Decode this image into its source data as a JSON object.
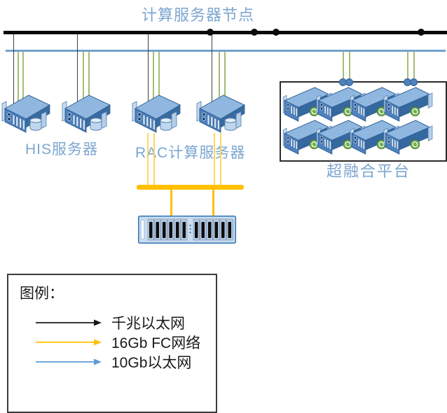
{
  "title": "计算服务器节点",
  "groups": {
    "his": {
      "label": "HIS服务器",
      "servers": 2
    },
    "rac": {
      "label": "RAC计算服务器",
      "servers": 2
    },
    "hci": {
      "label": "超融合平台",
      "servers": 8
    }
  },
  "storage": {
    "type": "disk-array",
    "count": 1
  },
  "legend": {
    "title": "图例：",
    "items": [
      {
        "id": "gigabit-ethernet",
        "label": "千兆以太网",
        "color": "#000000"
      },
      {
        "id": "fc-16gb",
        "label": "16Gb FC网络",
        "color": "#FFC000"
      },
      {
        "id": "ethernet-10gb",
        "label": "10Gb以太网",
        "color": "#5B9BD5"
      }
    ]
  },
  "colors": {
    "gigabit_bus": "#0A0A0A",
    "ten_gb_bus": "#71A2CC",
    "fc_network": "#FFC000",
    "fc_link_light": "#FFD75E",
    "green_link": "#A4BD77",
    "label_text": "#7CA6D0",
    "connector_dot": "#4F81BD"
  }
}
